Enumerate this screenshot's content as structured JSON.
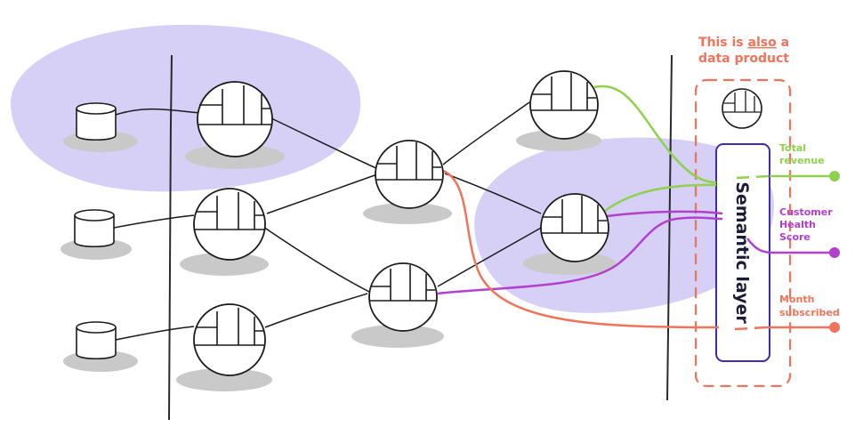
{
  "callout": {
    "line1_prefix": "This is ",
    "line1_emphasis": "also",
    "line1_suffix": " a",
    "line2": "data product"
  },
  "semantic_layer": {
    "label": "Semantic layer"
  },
  "outputs": [
    {
      "lines": [
        "Total",
        "revenue"
      ],
      "color": "#8dd24a"
    },
    {
      "lines": [
        "Customer",
        "Health",
        "Score"
      ],
      "color": "#b23fd0"
    },
    {
      "lines": [
        "Month",
        "subscribed"
      ],
      "color": "#f0735a"
    }
  ],
  "colors": {
    "blob": "#d6d0f7",
    "accent_orange": "#f0735a",
    "accent_green": "#8dd24a",
    "accent_purple": "#b23fd0",
    "semantic_border": "#3e2ab5",
    "ink": "#1a1a1a"
  },
  "nodes": {
    "sources": [
      "database-icon",
      "database-icon",
      "database-icon"
    ],
    "products": [
      "data-product-icon",
      "data-product-icon",
      "data-product-icon",
      "data-product-icon",
      "data-product-icon",
      "data-product-icon",
      "data-product-icon",
      "data-product-icon"
    ]
  }
}
